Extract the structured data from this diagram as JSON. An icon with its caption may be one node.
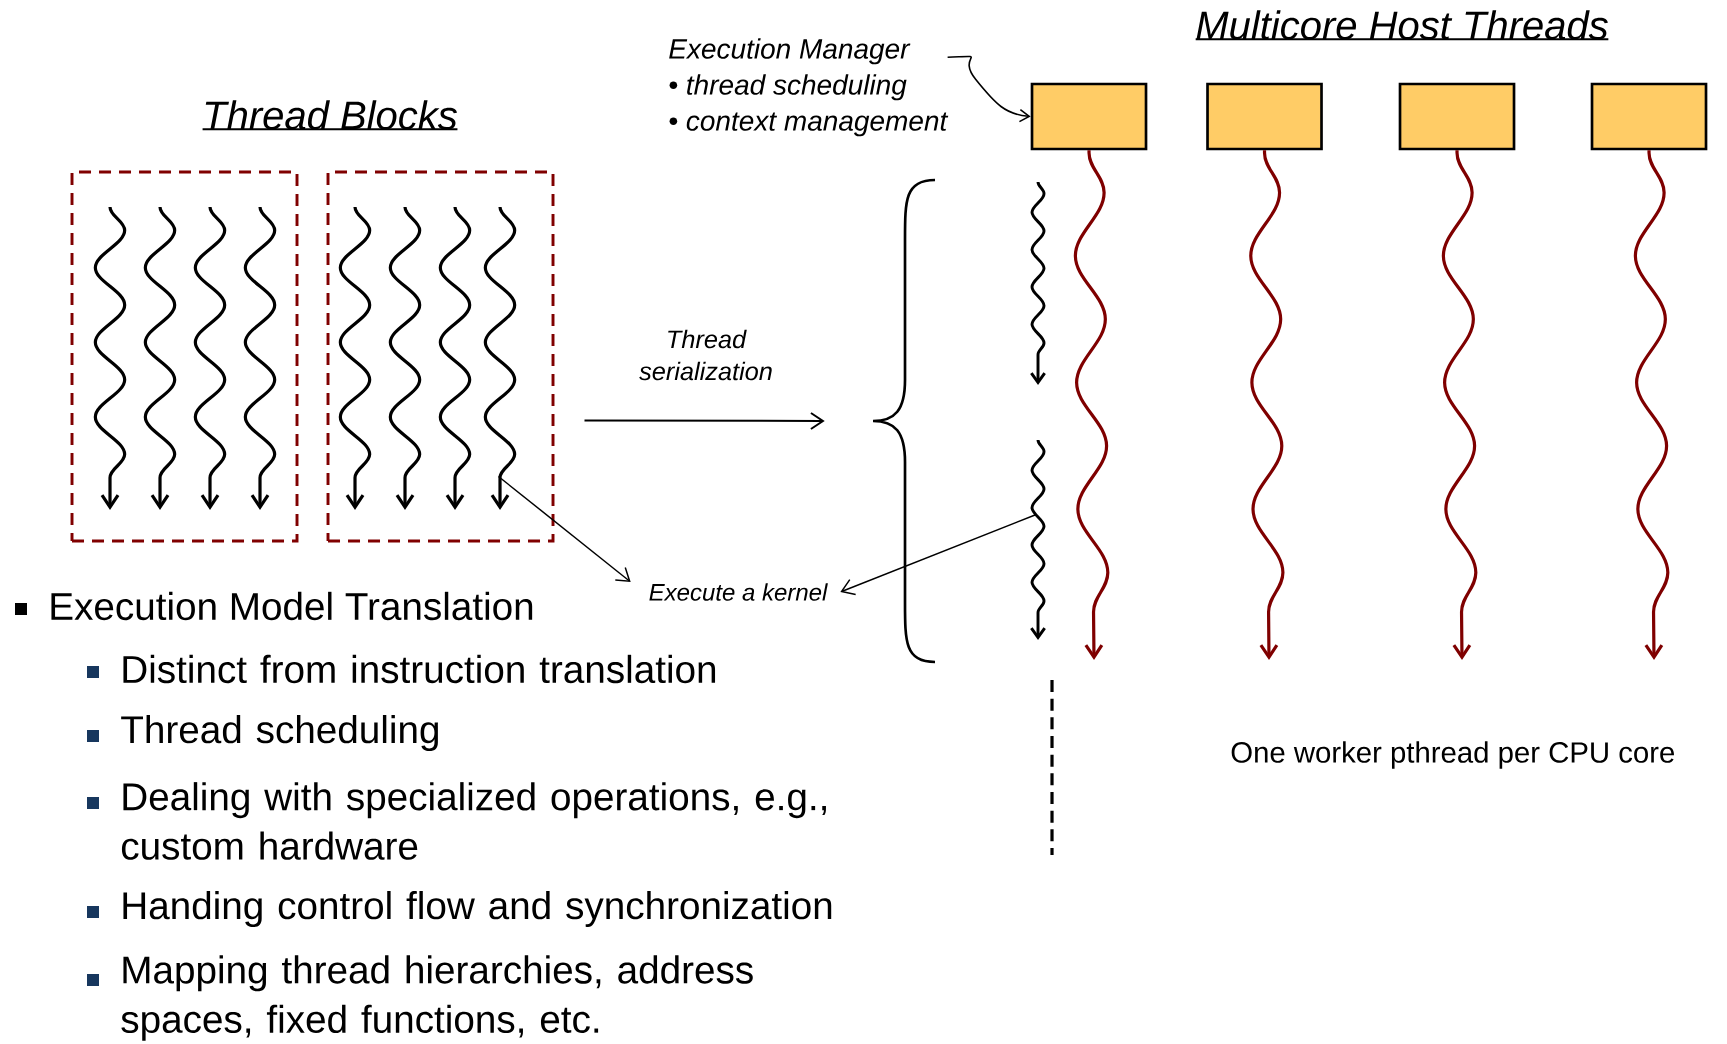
{
  "diagram": {
    "nodes": [
      {
        "text": [],
        "shape": "box"
      },
      {
        "text": [],
        "shape": "box"
      },
      {
        "text": [
          "Execution Manager",
          "• thread scheduling",
          "• context management"
        ]
      },
      {
        "text": [],
        "shape": "box"
      },
      {
        "text": [],
        "shape": "box"
      },
      {
        "text": [],
        "shape": "box"
      },
      {
        "text": [],
        "shape": "box"
      },
      {
        "text": [
          "Execute a kernel"
        ]
      },
      {
        "text": [],
        "shape": "brace"
      }
    ],
    "edges": [
      {
        "from": 2,
        "to": 3,
        "arrow": "to"
      },
      {
        "from": 1,
        "to": 8,
        "arrow": "to",
        "label": "Thread serialization"
      },
      {
        "from": 1,
        "to": 7,
        "arrow": "to"
      },
      {
        "from": null,
        "to": 7,
        "arrow": "to"
      },
      {
        "from": 3,
        "to": null,
        "arrow": "to",
        "color": "#7f0000"
      },
      {
        "from": 4,
        "to": null,
        "arrow": "to",
        "color": "#7f0000"
      },
      {
        "from": 5,
        "to": null,
        "arrow": "to",
        "color": "#7f0000"
      },
      {
        "from": 6,
        "to": null,
        "arrow": "to",
        "color": "#7f0000"
      }
    ],
    "labels": [
      "Multicore Host Threads",
      "Thread Blocks",
      "Execution Model Translation",
      "Distinct from instruction translation",
      "Thread scheduling",
      "Dealing with specialized operations, e.g., custom hardware",
      "Handing control flow and synchronization",
      "Mapping thread hierarchies, address spaces, fixed functions, etc.",
      "One worker pthread per CPU core"
    ]
  }
}
